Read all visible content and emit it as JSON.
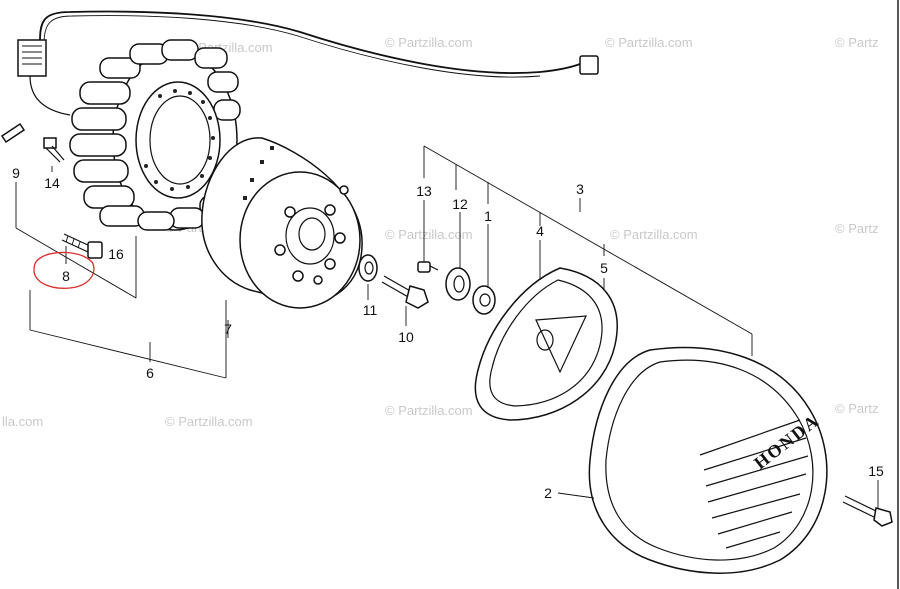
{
  "watermark": "© Partzilla.com",
  "watermark_partial_left": "lla.com",
  "watermark_partial_right": "© Partz",
  "cover_logo": "HONDA",
  "callouts": {
    "c1": "1",
    "c2": "2",
    "c3": "3",
    "c4": "4",
    "c5": "5",
    "c6": "6",
    "c7": "7",
    "c8": "8",
    "c9": "9",
    "c10": "10",
    "c11": "11",
    "c12": "12",
    "c13": "13",
    "c14": "14",
    "c15": "15",
    "c16": "16"
  },
  "highlight_color": "#d9302c"
}
